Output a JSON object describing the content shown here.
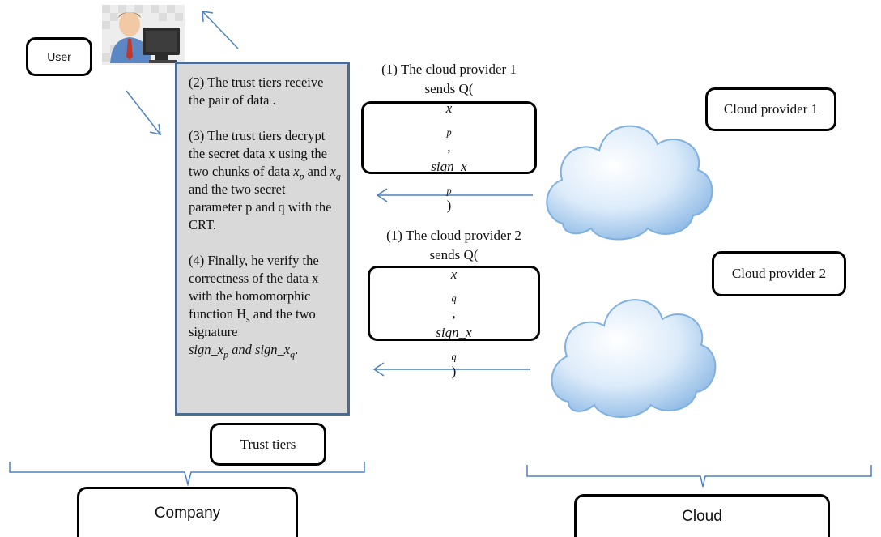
{
  "labels": {
    "user": "User",
    "trust_tiers": "Trust tiers",
    "company": "Company",
    "cloud": "Cloud",
    "cloud_provider_1": "Cloud provider 1",
    "cloud_provider_2": "Cloud provider 2"
  },
  "trust_panel": {
    "step2": "(2) The trust tiers receive the pair of data .",
    "step3_a": "(3) The trust tiers decrypt the secret data x using the two chunks of data",
    "step3_xp": "x",
    "step3_xp_sub": "p",
    "step3_and": "and",
    "step3_xq": "x",
    "step3_xq_sub": "q",
    "step3_b": "and the two secret parameter p and q with the CRT.",
    "step4_a": "(4) Finally, he verify the correctness of the data x with the homomorphic function H",
    "step4_hs_sub": "s",
    "step4_b": "and the two signature",
    "step4_sig1": "sign_x",
    "step4_sig1_sub": "p",
    "step4_and": "and",
    "step4_sig2": "sign_x",
    "step4_sig2_sub": "q",
    "step4_end": "."
  },
  "messages": {
    "m1_line1": "(1) The cloud provider 1",
    "m1_sends": "sends Q(",
    "m1_x": "x",
    "m1_x_sub": "p",
    "m1_sep": " ,",
    "m1_sign": "sign_x",
    "m1_sign_sub": "p",
    "m1_close": " )",
    "m2_line1": "(1) The cloud provider 2",
    "m2_sends": "sends Q(",
    "m2_x": "x",
    "m2_x_sub": "q",
    "m2_sep": ",",
    "m2_sign": "sign_x",
    "m2_sign_sub": "q",
    "m2_close": " )"
  },
  "colors": {
    "arrow": "#4f81bd",
    "brace": "#4f81bd",
    "panel_fill": "#d9d9d9",
    "panel_border": "#4e6b8f",
    "cloud_fill": "#cfe4f8",
    "cloud_edge": "#7fb0e0"
  },
  "icons": {
    "user_illustration": "user-at-computer-icon",
    "cloud_1": "cloud-icon",
    "cloud_2": "cloud-icon"
  }
}
